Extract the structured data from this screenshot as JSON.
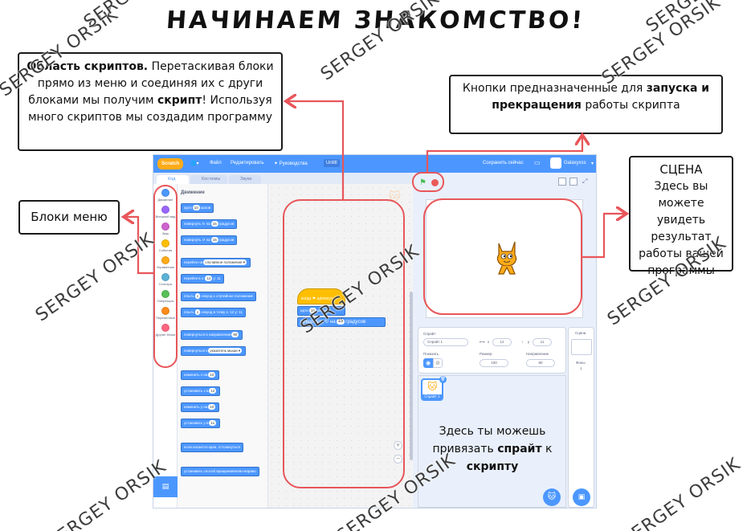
{
  "title": "НАЧИНАЕМ ЗНАКОМСТВО!",
  "watermark": "SERGEY ORSIK",
  "callouts": {
    "scripts_area": {
      "bold1": "Область скриптов.",
      "text1": " Перетаскивая блоки прямо из меню и соединяя их с други блоками мы получим ",
      "bold2": "скрипт",
      "text2": "! Используя много скриптов мы создадим программу"
    },
    "buttons": {
      "text1": "Кнопки предназначенные для ",
      "bold": "запуска и прекращения",
      "text2": " работы скрипта"
    },
    "blocks_menu": "Блоки меню",
    "stage": {
      "title": "СЦЕНА",
      "text": "Здесь вы можете увидеть результат работы вашей программы"
    },
    "sprite_link": {
      "text1": "Здесь ты можешь привязать ",
      "bold1": "спрайт",
      "text2": " к ",
      "bold2": "скрипту"
    }
  },
  "scratch": {
    "menu": {
      "logo": "Scratch",
      "file": "Файл",
      "edit": "Редактировать",
      "tutorials": "Руководства",
      "project": "Untitl",
      "save": "Сохранить сейчас",
      "user": "Galaxyxss"
    },
    "tabs": [
      "Код",
      "Костюмы",
      "Звуки"
    ],
    "categories": [
      {
        "label": "Движение",
        "color": "#4c97ff"
      },
      {
        "label": "Внешний вид",
        "color": "#9966ff"
      },
      {
        "label": "Звук",
        "color": "#cf63cf"
      },
      {
        "label": "События",
        "color": "#ffbf00"
      },
      {
        "label": "Управление",
        "color": "#ffab19"
      },
      {
        "label": "Сенсоры",
        "color": "#5cb1d6"
      },
      {
        "label": "Операторы",
        "color": "#59c059"
      },
      {
        "label": "Переменные",
        "color": "#ff8c1a"
      },
      {
        "label": "Другие блоки",
        "color": "#ff6680"
      }
    ],
    "palette_title": "Движение",
    "palette_blocks": [
      {
        "text": "идти",
        "pill": "10",
        "text2": "шагов"
      },
      {
        "text": "повернуть ↻ на",
        "pill": "15",
        "text2": "градусов"
      },
      {
        "text": "повернуть ↺ на",
        "pill": "15",
        "text2": "градусов"
      },
      {
        "text": "перейти на",
        "pill": "случайное положение ▾",
        "text2": ""
      },
      {
        "text": "перейти в x:",
        "pill": "12",
        "text2": "y: 11"
      },
      {
        "text": "плыть",
        "pill": "1",
        "text2": "секунд к случайное положение"
      },
      {
        "text": "плыть",
        "pill": "1",
        "text2": "секунд в точку x: 12 y: 11"
      },
      {
        "text": "повернуться в направлении",
        "pill": "90",
        "text2": ""
      },
      {
        "text": "повернуться к",
        "pill": "указатель мыши ▾",
        "text2": ""
      },
      {
        "text": "изменить x на",
        "pill": "10",
        "text2": ""
      },
      {
        "text": "установить x в",
        "pill": "12",
        "text2": ""
      },
      {
        "text": "изменить у на",
        "pill": "10",
        "text2": ""
      },
      {
        "text": "установить у в",
        "pill": "11",
        "text2": ""
      },
      {
        "text": "если касается края, оттолкнуться",
        "pill": "",
        "text2": ""
      },
      {
        "text": "установить способ вращения",
        "pill": "",
        "text2": "влево-вправо"
      }
    ],
    "script": {
      "hat": "когда ⚑ щёлкнут",
      "move": {
        "text": "идти",
        "pill": "10",
        "text2": "шагов"
      },
      "turn": {
        "text": "повернуть ↻ на",
        "pill": "15",
        "text2": "градусов"
      }
    },
    "sprite_panel": {
      "sprite_label": "Спрайт",
      "sprite_name": "Спрайт 1",
      "x_label": "x",
      "x_value": "12",
      "y_label": "y",
      "y_value": "11",
      "show_label": "Показать",
      "size_label": "Размер",
      "size_value": "100",
      "direction_label": "Направление",
      "direction_value": "90",
      "thumb_label": "Спрайт 1"
    },
    "stage_panel": {
      "title": "Сцена",
      "backdrops_label": "Фоны",
      "backdrops_count": "1"
    }
  }
}
